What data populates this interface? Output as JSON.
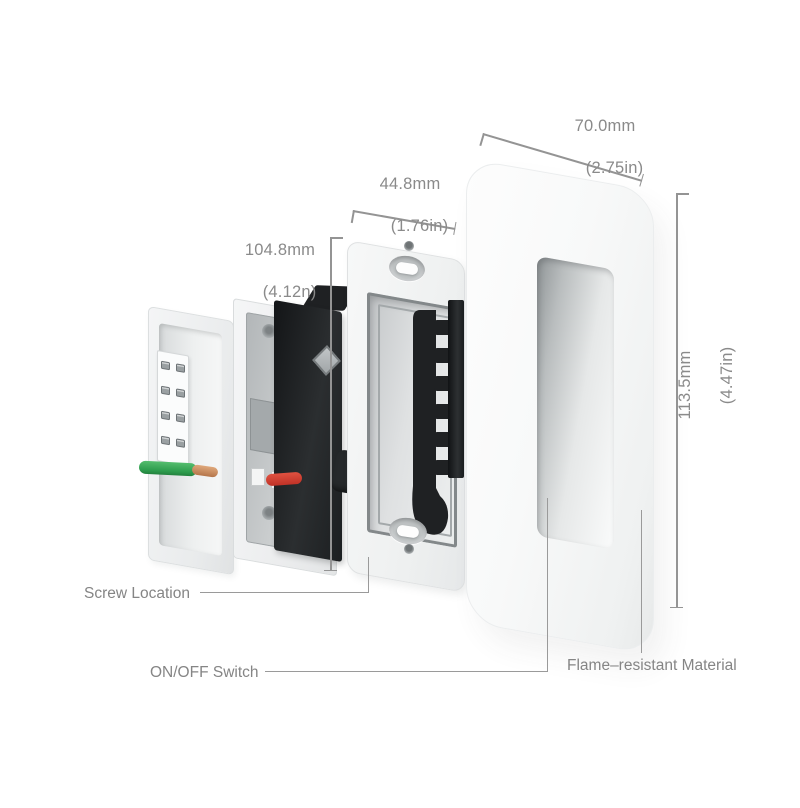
{
  "diagram_title": "smart-wall-switch-exploded-dimension-diagram",
  "colors": {
    "background": "#ffffff",
    "dimension_line": "#949494",
    "dimension_text": "#8a8a8a",
    "callout_text": "#858585",
    "wire_green": "#2d9c4d",
    "wire_red": "#c9382c",
    "part_black": "#1f2123",
    "part_white": "#f5f6f7"
  },
  "dimensions": {
    "plate_width": {
      "mm": "70.0mm",
      "in": "(2.75in)"
    },
    "bracket_width": {
      "mm": "44.8mm",
      "in": "(1.76in)"
    },
    "bracket_height": {
      "mm": "104.8mm",
      "in": "(4.12n)"
    },
    "plate_height": {
      "mm": "113.5mm",
      "in": "(4.47in)"
    }
  },
  "callouts": {
    "screw_location": "Screw Location",
    "on_off_switch": "ON/OFF Switch",
    "flame_material": "Flame–resistant Material"
  }
}
